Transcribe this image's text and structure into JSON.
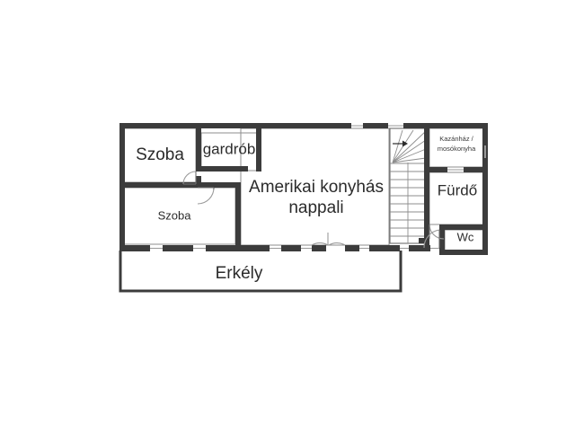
{
  "document": {
    "type": "floor-plan",
    "language": "hu",
    "background_color": "#ffffff",
    "wall_color": "#3c3c3c",
    "thin_line_color": "#9a9a9a",
    "text_color": "#2b2b2b"
  },
  "rooms": [
    {
      "id": "szoba-1",
      "label": "Szoba",
      "size": "large"
    },
    {
      "id": "gardrob",
      "label": "gardrób",
      "size": "medium"
    },
    {
      "id": "nappali",
      "label_line1": "Amerikai konyhás",
      "label_line2": "nappali",
      "size": "large"
    },
    {
      "id": "szoba-2",
      "label": "Szoba",
      "size": "small"
    },
    {
      "id": "kazanhaz",
      "label_line1": "Kazánház /",
      "label_line2": "mosókonyha",
      "size": "tiny"
    },
    {
      "id": "furdo",
      "label": "Fürdő",
      "size": "medium"
    },
    {
      "id": "wc",
      "label": "Wc",
      "size": "small"
    },
    {
      "id": "erkely",
      "label": "Erkély",
      "size": "large"
    }
  ],
  "features": {
    "staircase": "staircase-icon",
    "doors": [
      "door-gardrob",
      "door-szoba-2",
      "door-furdo",
      "door-wc",
      "door-balcony-double"
    ],
    "windows": [
      "window-top-1",
      "window-top-2",
      "window-right",
      "window-balcony-rail"
    ]
  }
}
